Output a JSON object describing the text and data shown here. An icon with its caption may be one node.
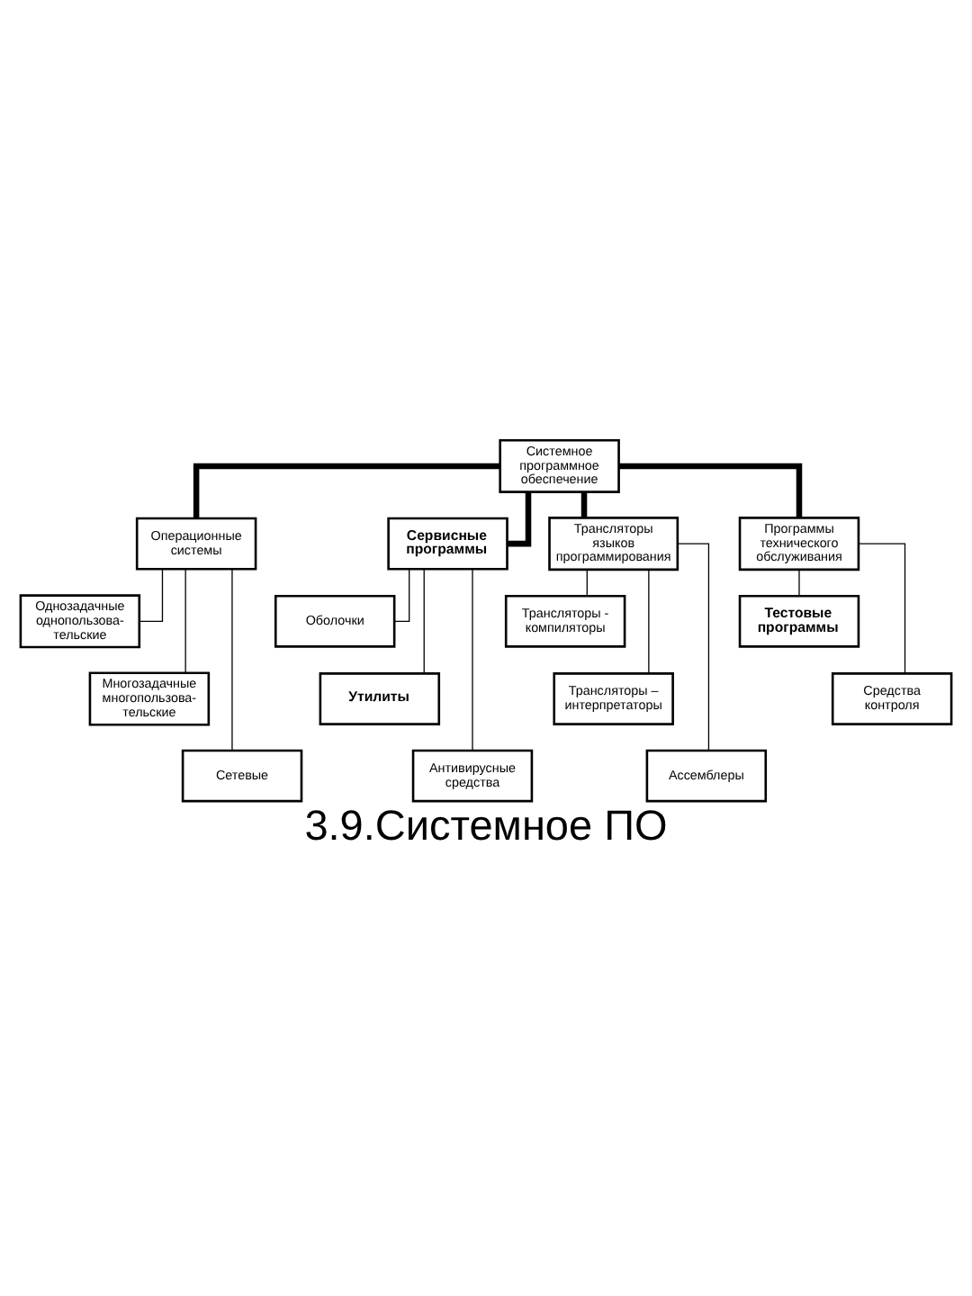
{
  "diagram": {
    "caption": "3.9.Системное ПО",
    "nodes": [
      {
        "text": [
          "Системное программное обеспечение"
        ]
      },
      {
        "text": [
          "Операционные системы"
        ]
      },
      {
        "text": [
          "Сервисные программы"
        ]
      },
      {
        "text": [
          "Трансляторы языков программирования"
        ]
      },
      {
        "text": [
          "Программы технического обслуживания"
        ]
      },
      {
        "text": [
          "Однозадачные однопользова-тельские"
        ]
      },
      {
        "text": [
          "Многозадачные многопользова-тельские"
        ]
      },
      {
        "text": [
          "Сетевые"
        ]
      },
      {
        "text": [
          "Оболочки"
        ]
      },
      {
        "text": [
          "Утилиты"
        ]
      },
      {
        "text": [
          "Антивирусные средства"
        ]
      },
      {
        "text": [
          "Трансляторы - компиляторы"
        ]
      },
      {
        "text": [
          "Трансляторы – интерпретаторы"
        ]
      },
      {
        "text": [
          "Ассемблеры"
        ]
      },
      {
        "text": [
          "Тестовые программы"
        ]
      },
      {
        "text": [
          "Средства контроля"
        ]
      }
    ],
    "edges": [
      {
        "from": 0,
        "to": 1,
        "arrow": "none",
        "style": "thick"
      },
      {
        "from": 0,
        "to": 2,
        "arrow": "none",
        "style": "thick"
      },
      {
        "from": 0,
        "to": 3,
        "arrow": "none",
        "style": "thick"
      },
      {
        "from": 0,
        "to": 4,
        "arrow": "none",
        "style": "thick"
      },
      {
        "from": 1,
        "to": 5,
        "arrow": "none"
      },
      {
        "from": 1,
        "to": 6,
        "arrow": "none"
      },
      {
        "from": 1,
        "to": 7,
        "arrow": "none"
      },
      {
        "from": 2,
        "to": 8,
        "arrow": "none"
      },
      {
        "from": 2,
        "to": 9,
        "arrow": "none"
      },
      {
        "from": 2,
        "to": 10,
        "arrow": "none"
      },
      {
        "from": 3,
        "to": 11,
        "arrow": "none"
      },
      {
        "from": 3,
        "to": 12,
        "arrow": "none"
      },
      {
        "from": 3,
        "to": 13,
        "arrow": "none"
      },
      {
        "from": 4,
        "to": 14,
        "arrow": "none"
      },
      {
        "from": 4,
        "to": 15,
        "arrow": "none"
      }
    ]
  }
}
